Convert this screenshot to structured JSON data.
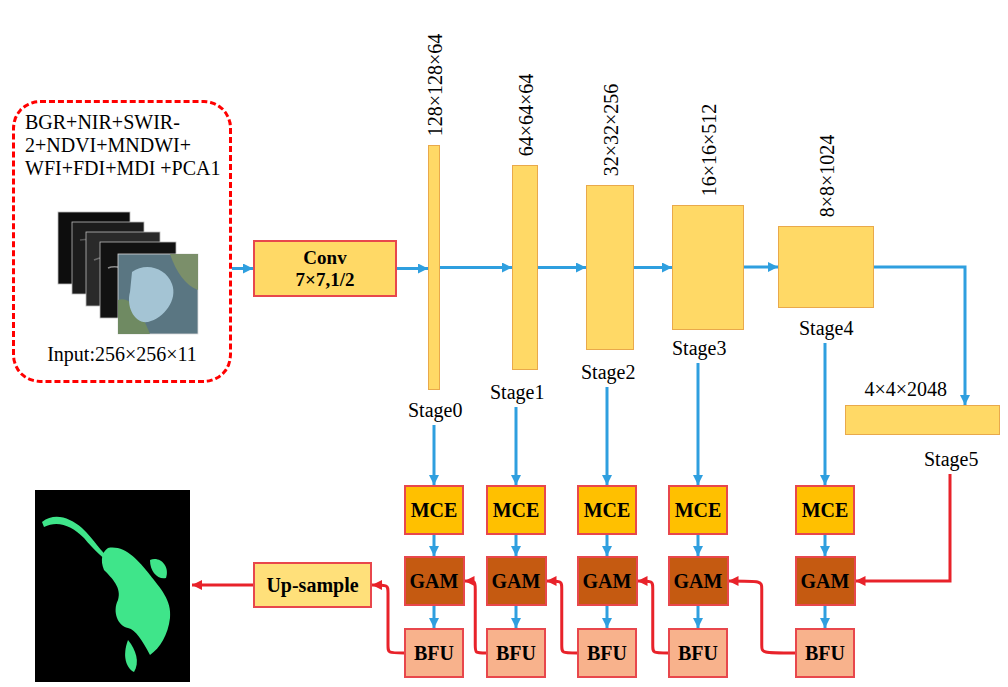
{
  "diagram": {
    "nodes": [
      {
        "text": [
          "BGR+NIR+SWIR- 2+NDVI+MNDWI+ WFI+FDI+MDI +PCA1",
          "Input:256×256×11"
        ]
      },
      {
        "text": [
          "Conv 7×7,1/2"
        ]
      },
      {
        "text": [
          "128×128×64",
          "Stage0"
        ]
      },
      {
        "text": [
          "64×64×64",
          "Stage1"
        ]
      },
      {
        "text": [
          "32×32×256",
          "Stage2"
        ]
      },
      {
        "text": [
          "16×16×512",
          "Stage3"
        ]
      },
      {
        "text": [
          "8×8×1024",
          "Stage4"
        ]
      },
      {
        "text": [
          "4×4×2048",
          "Stage5"
        ]
      },
      {
        "text": [
          "MCE"
        ]
      },
      {
        "text": [
          "MCE"
        ]
      },
      {
        "text": [
          "MCE"
        ]
      },
      {
        "text": [
          "MCE"
        ]
      },
      {
        "text": [
          "MCE"
        ]
      },
      {
        "text": [
          "GAM"
        ]
      },
      {
        "text": [
          "GAM"
        ]
      },
      {
        "text": [
          "GAM"
        ]
      },
      {
        "text": [
          "GAM"
        ]
      },
      {
        "text": [
          "GAM"
        ]
      },
      {
        "text": [
          "BFU"
        ]
      },
      {
        "text": [
          "BFU"
        ]
      },
      {
        "text": [
          "BFU"
        ]
      },
      {
        "text": [
          "BFU"
        ]
      },
      {
        "text": [
          "BFU"
        ]
      },
      {
        "text": [
          "Up-sample"
        ]
      }
    ],
    "edges": [
      {
        "from": 0,
        "to": 1,
        "arrow": "to"
      },
      {
        "from": 1,
        "to": 2,
        "arrow": "to"
      },
      {
        "from": 2,
        "to": 3,
        "arrow": "to"
      },
      {
        "from": 3,
        "to": 4,
        "arrow": "to"
      },
      {
        "from": 4,
        "to": 5,
        "arrow": "to"
      },
      {
        "from": 5,
        "to": 6,
        "arrow": "to"
      },
      {
        "from": 6,
        "to": 7,
        "arrow": "to"
      },
      {
        "from": 2,
        "to": 8,
        "arrow": "to"
      },
      {
        "from": 3,
        "to": 9,
        "arrow": "to"
      },
      {
        "from": 4,
        "to": 10,
        "arrow": "to"
      },
      {
        "from": 5,
        "to": 11,
        "arrow": "to"
      },
      {
        "from": 6,
        "to": 12,
        "arrow": "to"
      },
      {
        "from": 8,
        "to": 13,
        "arrow": "to"
      },
      {
        "from": 9,
        "to": 14,
        "arrow": "to"
      },
      {
        "from": 10,
        "to": 15,
        "arrow": "to"
      },
      {
        "from": 11,
        "to": 16,
        "arrow": "to"
      },
      {
        "from": 12,
        "to": 17,
        "arrow": "to"
      },
      {
        "from": 13,
        "to": 18,
        "arrow": "to"
      },
      {
        "from": 14,
        "to": 19,
        "arrow": "to"
      },
      {
        "from": 15,
        "to": 20,
        "arrow": "to"
      },
      {
        "from": 16,
        "to": 21,
        "arrow": "to"
      },
      {
        "from": 17,
        "to": 22,
        "arrow": "to"
      },
      {
        "from": 7,
        "to": 17,
        "arrow": "to"
      },
      {
        "from": 22,
        "to": 16,
        "arrow": "to"
      },
      {
        "from": 21,
        "to": 15,
        "arrow": "to"
      },
      {
        "from": 20,
        "to": 14,
        "arrow": "to"
      },
      {
        "from": 19,
        "to": 13,
        "arrow": "to"
      },
      {
        "from": 18,
        "to": 23,
        "arrow": "to"
      }
    ]
  }
}
